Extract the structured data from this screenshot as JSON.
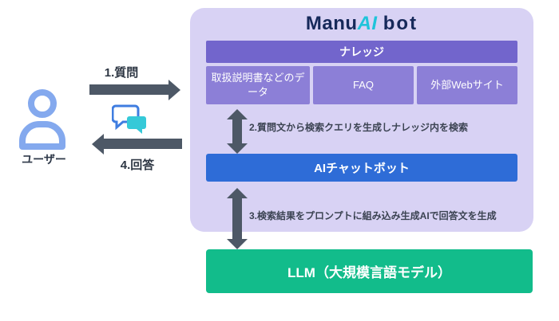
{
  "logo": {
    "manu": "Manu",
    "ai": "AI",
    "bot": "bot"
  },
  "user": {
    "label": "ユーザー"
  },
  "steps": {
    "step1": "1.質問",
    "step2": "2.質問文から検索クエリを生成しナレッジ内を検索",
    "step3": "3.検索結果をプロンプトに組み込み生成AIで回答文を生成",
    "step4": "4.回答"
  },
  "knowledge": {
    "header": "ナレッジ",
    "sources": [
      "取扱説明書などのデータ",
      "FAQ",
      "外部Webサイト"
    ]
  },
  "chatbot": {
    "label": "AIチャットボット"
  },
  "llm": {
    "label": "LLM（大規模言語モデル）"
  },
  "colors": {
    "panel_background": "#d8d2f4",
    "knowledge_header": "#7265cc",
    "knowledge_box": "#8c7fd7",
    "chatbot_bar": "#2e6cd7",
    "llm_bar": "#12bc8b",
    "arrow": "#4d5866",
    "logo_navy": "#16295a",
    "logo_cyan": "#1fc4da",
    "user_icon_blue": "#84a9ee"
  }
}
